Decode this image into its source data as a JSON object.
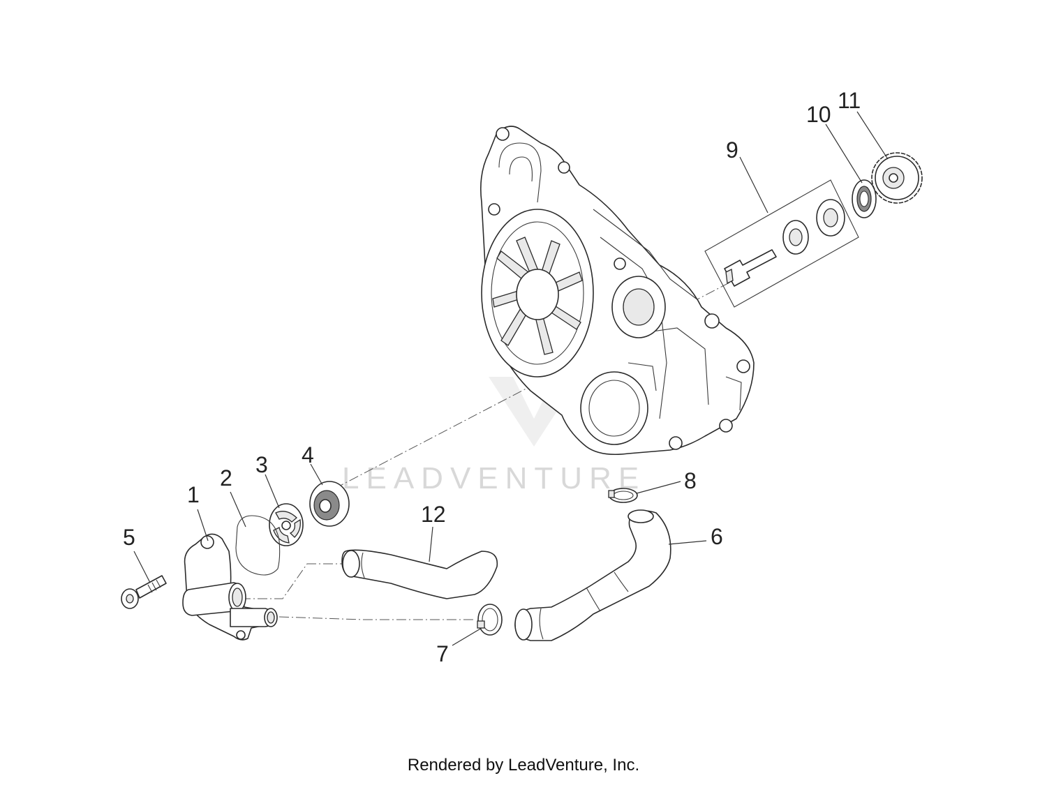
{
  "watermark": {
    "text": "LEADVENTURE"
  },
  "footer": {
    "text": "Rendered by LeadVenture, Inc."
  },
  "callouts": [
    "1",
    "2",
    "3",
    "4",
    "5",
    "6",
    "7",
    "8",
    "9",
    "10",
    "11",
    "12"
  ]
}
